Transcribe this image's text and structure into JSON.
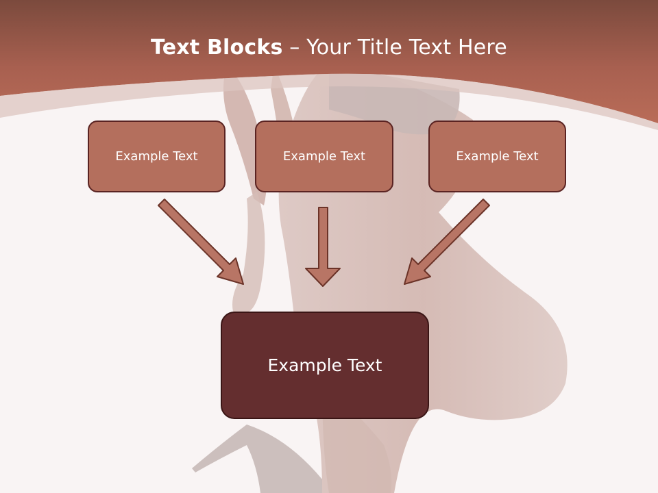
{
  "slide": {
    "title_bold": "Text Blocks",
    "title_rest": " – Your Title Text Here",
    "boxes": [
      {
        "label": "Example Text"
      },
      {
        "label": "Example Text"
      },
      {
        "label": "Example Text"
      }
    ],
    "main_box": {
      "label": "Example Text"
    }
  },
  "colors": {
    "header": "#a86050",
    "box_fill": "#b46f5d",
    "main_box_fill": "#642e2f",
    "arrow_fill": "#b87565"
  },
  "icons": [
    "arrow-down-right",
    "arrow-down",
    "arrow-down-left"
  ]
}
